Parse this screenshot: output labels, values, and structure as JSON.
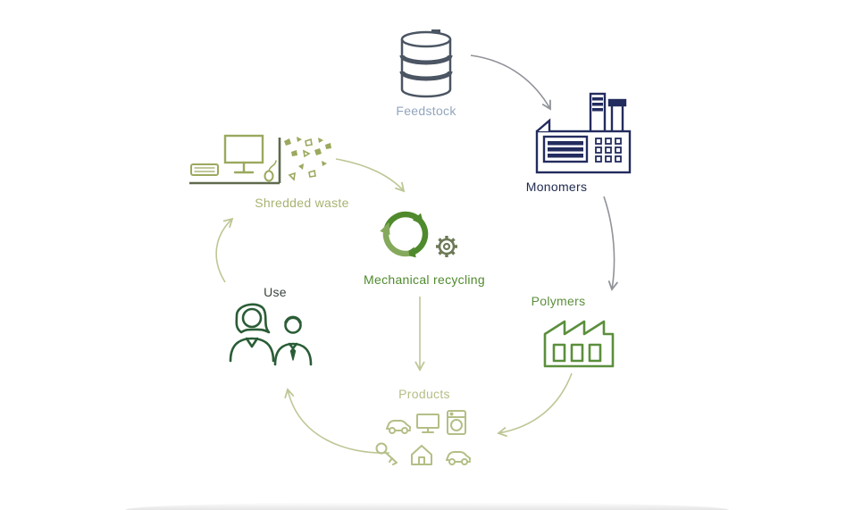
{
  "diagram": {
    "type": "cycle-diagram",
    "nodes": [
      {
        "id": "feedstock",
        "label": "Feedstock",
        "icon": "oil-drum-icon",
        "color": "#93a5bd"
      },
      {
        "id": "monomers",
        "label": "Monomers",
        "icon": "factory-dark-icon",
        "color": "#232c5e"
      },
      {
        "id": "polymers",
        "label": "Polymers",
        "icon": "factory-green-icon",
        "color": "#5b8f3c"
      },
      {
        "id": "products",
        "label": "Products",
        "icon": "product-goods-icons",
        "color": "#b3bf86",
        "items": [
          "car-icon",
          "monitor-icon",
          "washing-machine-icon",
          "key-icon",
          "house-icon",
          "car-icon"
        ]
      },
      {
        "id": "use",
        "label": "Use",
        "icon": "people-icon",
        "color": "#2a5d36",
        "label_color": "#39423b"
      },
      {
        "id": "shredded_waste",
        "label": "Shredded waste",
        "icon": "computer-waste-icon",
        "color": "#9aa95e"
      },
      {
        "id": "mechanical_recycling",
        "label": "Mechanical recycling",
        "icon": "recycling-arrows-gear-icon",
        "color": "#4f8a2d"
      }
    ],
    "edges": [
      {
        "from": "feedstock",
        "to": "monomers",
        "color": "#8f9298"
      },
      {
        "from": "monomers",
        "to": "polymers",
        "color": "#8f9298"
      },
      {
        "from": "polymers",
        "to": "products",
        "color": "#bcc795"
      },
      {
        "from": "products",
        "to": "use",
        "color": "#bcc795"
      },
      {
        "from": "use",
        "to": "shredded_waste",
        "color": "#bcc795"
      },
      {
        "from": "shredded_waste",
        "to": "mechanical_recycling",
        "color": "#bcc795"
      },
      {
        "from": "mechanical_recycling",
        "to": "products",
        "color": "#bcc795"
      }
    ],
    "colors": {
      "arrow_primary": "#8f9298",
      "arrow_secondary": "#bcc795",
      "navy": "#232c5e",
      "green_dark": "#2a5d36",
      "green": "#4f8a2d",
      "olive": "#9aa95e",
      "sage": "#b3bf86",
      "slate_blue": "#93a5bd"
    }
  }
}
